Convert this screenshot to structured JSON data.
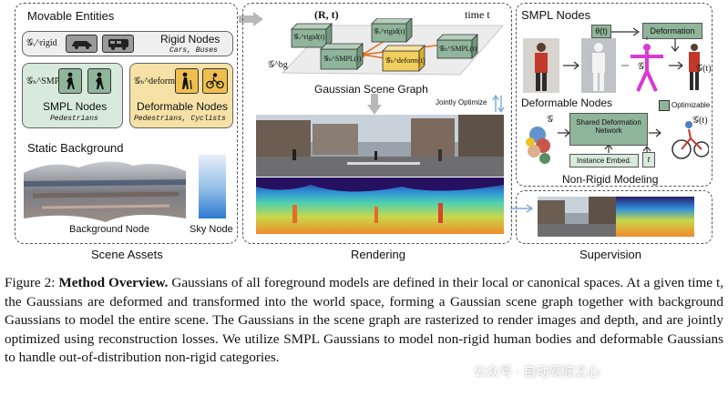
{
  "scene_assets": {
    "movable_entities": "Movable Entities",
    "rigid_symbol": "𝒢ᵥ^rigid",
    "rigid_nodes": "Rigid Nodes",
    "rigid_sub": "Cars, Buses",
    "smpl_symbol": "𝒢ₕ^SMPL",
    "smpl_nodes": "SMPL Nodes",
    "smpl_sub": "Pedestrians",
    "deform_symbol": "𝒢ₕ^deform",
    "deform_nodes": "Deformable Nodes",
    "deform_sub": "Pedestrians, Cyclists",
    "static_background": "Static Background",
    "background_node": "Background Node",
    "sky_node": "Sky Node",
    "panel_label": "Scene Assets"
  },
  "graph": {
    "rt_label": "(R, t)",
    "time_label": "time t",
    "node_rigid_a": "𝒢ᵥ^rigid(t)",
    "node_rigid_b": "𝒢ᵥ^rigid(t)",
    "node_smpl_a": "𝒢ₕ^SMPL(t)",
    "node_smpl_b": "𝒢ₕ^SMPL(t)",
    "node_deform": "𝒢ₕ^deform(t)",
    "bg_label": "𝒢^bg",
    "title": "Gaussian Scene Graph",
    "jointly": "Jointly Optimize"
  },
  "rendering_label": "Rendering",
  "smpl_panel": {
    "title": "SMPL Nodes",
    "theta": "θ(t)",
    "deformation": "Deformation",
    "g_label": "𝒢",
    "gt_label": "𝒢(t)"
  },
  "deform_panel": {
    "title": "Deformable Nodes",
    "optimizable": "Optimizable",
    "g_label": "𝒢",
    "gt_label": "𝒢(t)",
    "shared_net": "Shared Deformation Network",
    "instance": "Instance Embed.",
    "t_label": "t",
    "non_rigid": "Non-Rigid Modeling"
  },
  "supervision_label": "Supervision",
  "caption": {
    "prefix": "Figure 2: ",
    "bold": "Method Overview.",
    "text": " Gaussians of all foreground models are defined in their local or canonical spaces. At a given time t, the Gaussians are deformed and transformed into the world space, forming a Gaussian scene graph together with background Gaussians to model the entire scene. The Gaussians in the scene graph are rasterized to render images and depth, and are jointly optimized using reconstruction losses. We utilize SMPL Gaussians to model non-rigid human bodies and deformable Gaussians to handle out-of-distribution non-rigid categories."
  },
  "watermark": "公众号 · 自动驾驶之心",
  "colors": {
    "smpl_green": "#d8eadb",
    "deform_yellow": "#f6e2a6",
    "node_green": "#8fb59a",
    "node_orange": "#f0a030"
  }
}
